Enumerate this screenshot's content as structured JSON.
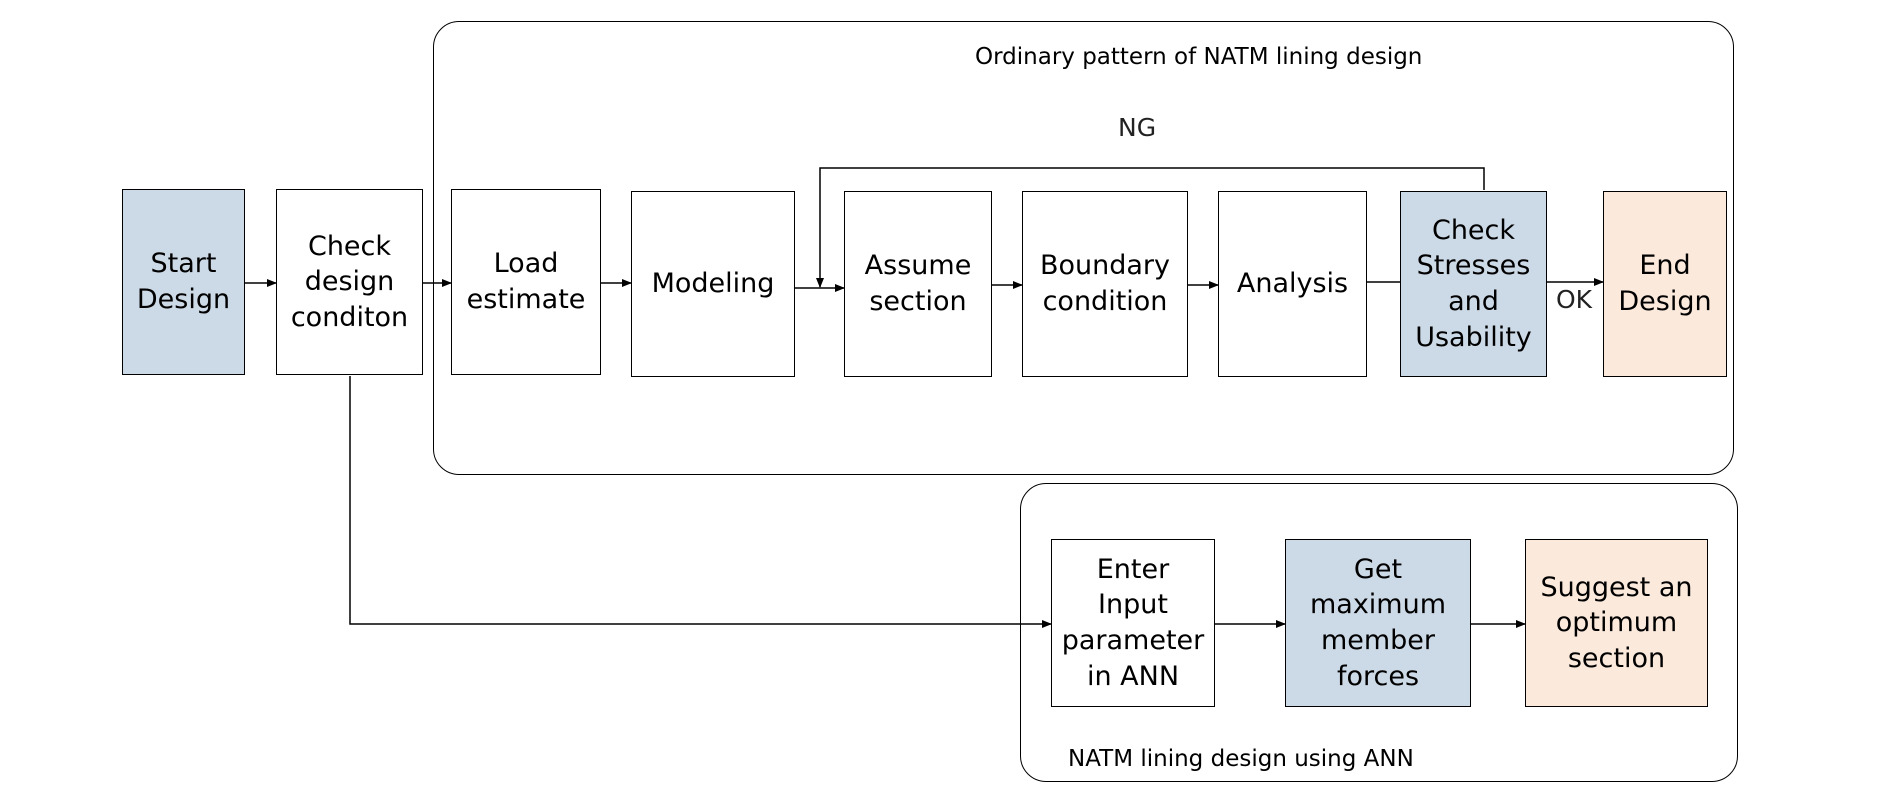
{
  "groups": {
    "ordinary": {
      "title": "Ordinary pattern of NATM lining design"
    },
    "ann": {
      "title": "NATM lining design using ANN"
    }
  },
  "nodes": {
    "start_design": {
      "label": "Start\nDesign",
      "fill": "#ccd9e6"
    },
    "check_design_condition": {
      "label": "Check\ndesign\nconditon",
      "fill": "#ffffff"
    },
    "load_estimate": {
      "label": "Load\nestimate",
      "fill": "#ffffff"
    },
    "modeling": {
      "label": "Modeling",
      "fill": "#ffffff"
    },
    "assume_section": {
      "label": "Assume\nsection",
      "fill": "#ffffff"
    },
    "boundary_condition": {
      "label": "Boundary\ncondition",
      "fill": "#ffffff"
    },
    "analysis": {
      "label": "Analysis",
      "fill": "#ffffff"
    },
    "check_stresses": {
      "label": "Check\nStresses\nand\nUsability",
      "fill": "#ccd9e6"
    },
    "end_design": {
      "label": "End\nDesign",
      "fill": "#fbe9dc"
    },
    "enter_input": {
      "label": "Enter\nInput\nparameter\nin ANN",
      "fill": "#ffffff"
    },
    "get_max_forces": {
      "label": "Get\nmaximum\nmember\nforces",
      "fill": "#ccd9e6"
    },
    "suggest_section": {
      "label": "Suggest an\noptimum\nsection",
      "fill": "#fbe9dc"
    }
  },
  "edge_labels": {
    "ng": "NG",
    "ok": "OK"
  }
}
